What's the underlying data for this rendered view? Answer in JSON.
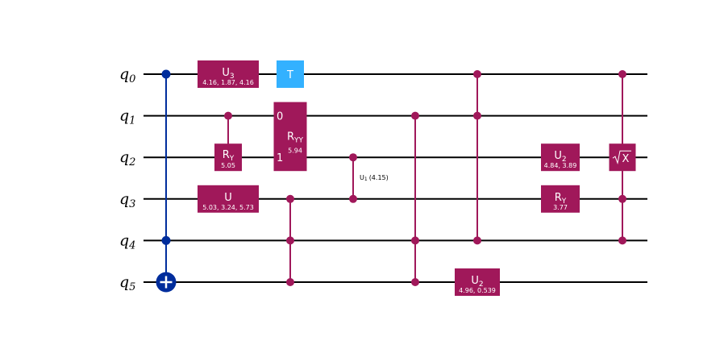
{
  "colors": {
    "wire": "#000000",
    "gate": "#a0185a",
    "t_gate": "#33b1ff",
    "cnot": "#002d9c",
    "text": "#ffffff"
  },
  "qubits": [
    {
      "letter": "q",
      "index": "0"
    },
    {
      "letter": "q",
      "index": "1"
    },
    {
      "letter": "q",
      "index": "2"
    },
    {
      "letter": "q",
      "index": "3"
    },
    {
      "letter": "q",
      "index": "4"
    },
    {
      "letter": "q",
      "index": "5"
    }
  ],
  "gates": [
    {
      "kind": "cx",
      "controls": [
        0,
        4
      ],
      "target": 5,
      "step": 0
    },
    {
      "kind": "box",
      "name": "U",
      "sub": "3",
      "params": "4.16, 1.87, 4.16",
      "qubits": [
        0
      ],
      "step": 1,
      "color": "gate"
    },
    {
      "kind": "controlled-box",
      "name": "R",
      "sub": "Y",
      "params": "5.05",
      "control": 1,
      "target": 2,
      "step": 1
    },
    {
      "kind": "box",
      "name": "U",
      "sub": "",
      "params": "5.03, 3.24, 5.73",
      "qubits": [
        3
      ],
      "step": 1,
      "color": "gate"
    },
    {
      "kind": "box",
      "name": "T",
      "sub": "",
      "params": "",
      "qubits": [
        0
      ],
      "step": 2,
      "color": "t_gate"
    },
    {
      "kind": "two-qubit-box",
      "name": "R",
      "sub": "YY",
      "params": "5.94",
      "qubits": [
        1,
        2
      ],
      "pins": [
        "0",
        "1"
      ],
      "step": 2
    },
    {
      "kind": "multi-control",
      "dots": [
        3,
        4,
        5
      ],
      "step": 2
    },
    {
      "kind": "cphase",
      "dots": [
        2,
        3
      ],
      "label": "U",
      "label_sub": "1",
      "label_param": "(4.15)",
      "step": 3
    },
    {
      "kind": "multi-control",
      "dots": [
        1,
        4,
        5
      ],
      "step": 4
    },
    {
      "kind": "multi-control",
      "dots": [
        0,
        1,
        4
      ],
      "step": 5
    },
    {
      "kind": "box",
      "name": "U",
      "sub": "2",
      "params": "4.96, 0.539",
      "qubits": [
        5
      ],
      "step": 5,
      "color": "gate"
    },
    {
      "kind": "box",
      "name": "U",
      "sub": "2",
      "params": "4.84, 3.89",
      "qubits": [
        2
      ],
      "step": 6,
      "color": "gate"
    },
    {
      "kind": "box",
      "name": "R",
      "sub": "Y",
      "params": "3.77",
      "qubits": [
        3
      ],
      "step": 6,
      "color": "gate"
    },
    {
      "kind": "controlled-sx",
      "name": "X",
      "dots": [
        0,
        3,
        4
      ],
      "target": 2,
      "step": 7
    }
  ]
}
